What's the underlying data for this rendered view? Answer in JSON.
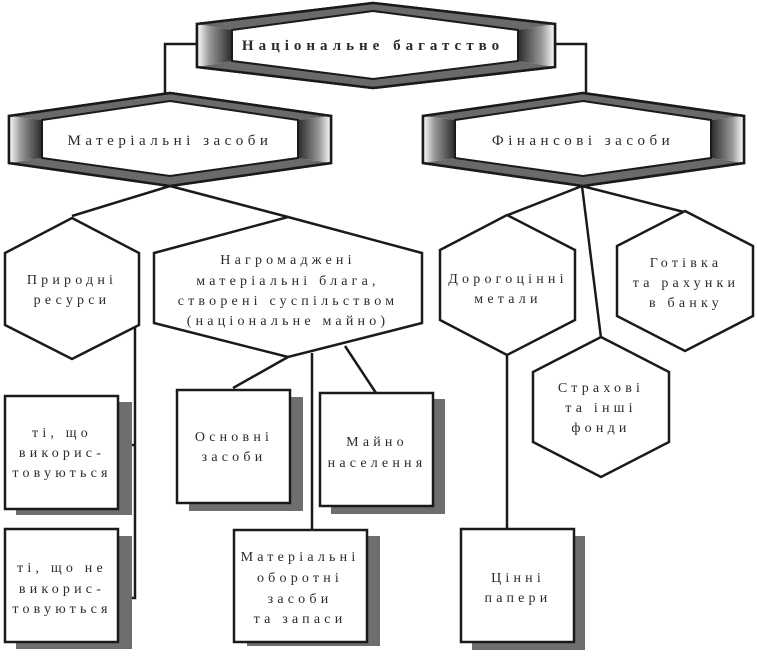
{
  "diagram": {
    "colors": {
      "line": "#1a1a1a",
      "bevel": "#7a7a7a",
      "shadow": "#6e6e6e",
      "fill": "#ffffff"
    },
    "root": {
      "label": "Національне багатство"
    },
    "material": {
      "label": "Матеріальні засоби",
      "natural": {
        "lines": [
          "Природні",
          "ресурси"
        ],
        "used": {
          "lines": [
            "ті, що",
            "викорис-",
            "товуються"
          ]
        },
        "unused": {
          "lines": [
            "ті, що не",
            "викорис-",
            "товуються"
          ]
        }
      },
      "accumulated": {
        "lines": [
          "Нагромаджені",
          "матеріальні блага,",
          "створені суспільством",
          "(національне майно)"
        ],
        "fixed": {
          "lines": [
            "Основні",
            "засоби"
          ]
        },
        "household": {
          "lines": [
            "Майно",
            "населення"
          ]
        },
        "working": {
          "lines": [
            "Матеріальні",
            "оборотні",
            "засоби",
            "та запаси"
          ]
        }
      }
    },
    "financial": {
      "label": "Фінансові засоби",
      "metals": {
        "lines": [
          "Дорогоцінні",
          "метали"
        ]
      },
      "securities": {
        "lines": [
          "Цінні",
          "папери"
        ]
      },
      "insurance": {
        "lines": [
          "Страхові",
          "та інші",
          "фонди"
        ]
      },
      "cash": {
        "lines": [
          "Готівка",
          "та рахунки",
          "в банку"
        ]
      }
    }
  }
}
